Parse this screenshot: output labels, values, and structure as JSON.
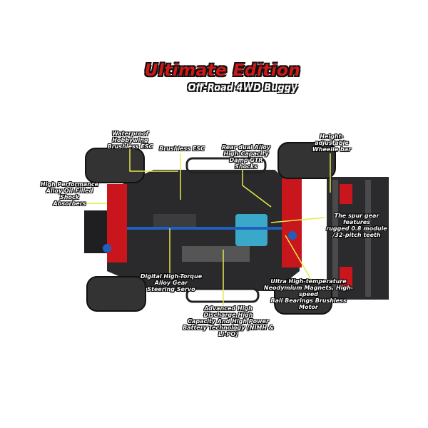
{
  "title": "Ultimate Edition",
  "subtitle": "Off-Road 4WD Buggy",
  "callouts": {
    "waterproof_esc": "Waterproof Hobbywing\nBrushless ESC",
    "brushless_esc": "Brushless ESC",
    "rear_shocks": "Rear dual Alloy\nHigh-Capacity\nDamp GTR Shocks",
    "wheelie_bar": "Height-adjustable\nWheelie bar",
    "shock_absorbers": "High Performance\nAlloy Oil-Filled Shock\nAbsorbers",
    "spur_gear": "The spur gear features\nrugged 0.8 module\n/32-pitch teeth",
    "steering_servo": "Digital High-Torque\nAlloy Gear\nSteering Servo",
    "battery": "Advanced High Discharge,High\nCapacity And High Power\nBattery Technology (NIMH & LI-PO)",
    "motor": "Ultra High-temperature\nNeodymium Magnets, High-speed\nBall Bearings Brushless Motor"
  },
  "colors": {
    "accent_red": "#d01818",
    "callout_line": "#e8e84a",
    "chassis": "#2a2a2c",
    "alloy_blue": "#1f5fbf"
  }
}
